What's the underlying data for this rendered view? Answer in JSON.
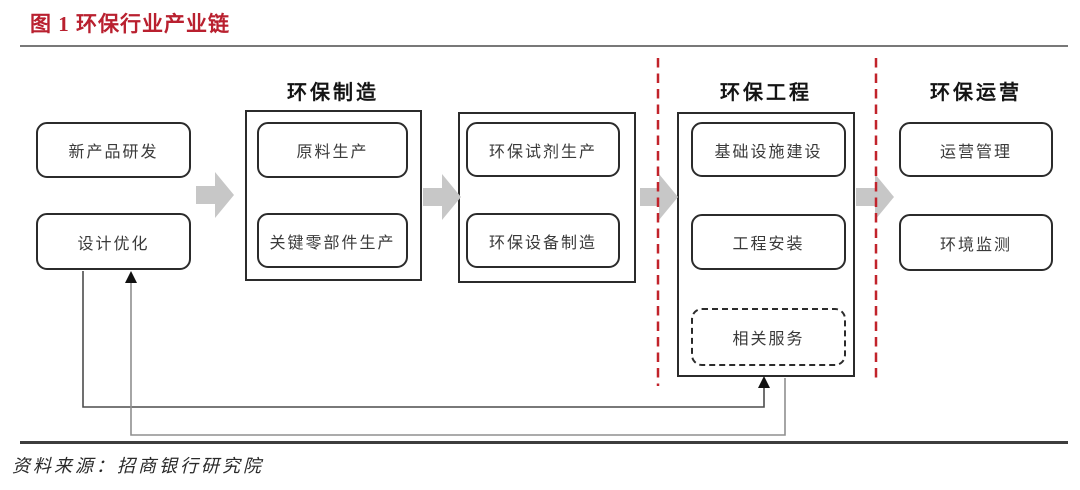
{
  "figure": {
    "title": "图 1 环保行业产业链",
    "source": "资料来源：招商银行研究院"
  },
  "colors": {
    "title_red": "#b9202f",
    "dashed_divider_red": "#c1232b",
    "flow_arrow_gray": "#c7c7c7",
    "box_border_dark": "#2b2b2b"
  },
  "diagram": {
    "stage_rd": {
      "boxes": [
        "新产品研发",
        "设计优化"
      ]
    },
    "stage_manufacturing": {
      "header": "环保制造",
      "boxes": [
        "原料生产",
        "关键零部件生产"
      ]
    },
    "stage_equipment": {
      "boxes": [
        "环保试剂生产",
        "环保设备制造"
      ]
    },
    "stage_engineering": {
      "header": "环保工程",
      "boxes": [
        "基础设施建设",
        "工程安装"
      ],
      "dashed_box": "相关服务"
    },
    "stage_operation": {
      "header": "环保运营",
      "boxes": [
        "运营管理",
        "环境监测"
      ]
    }
  }
}
